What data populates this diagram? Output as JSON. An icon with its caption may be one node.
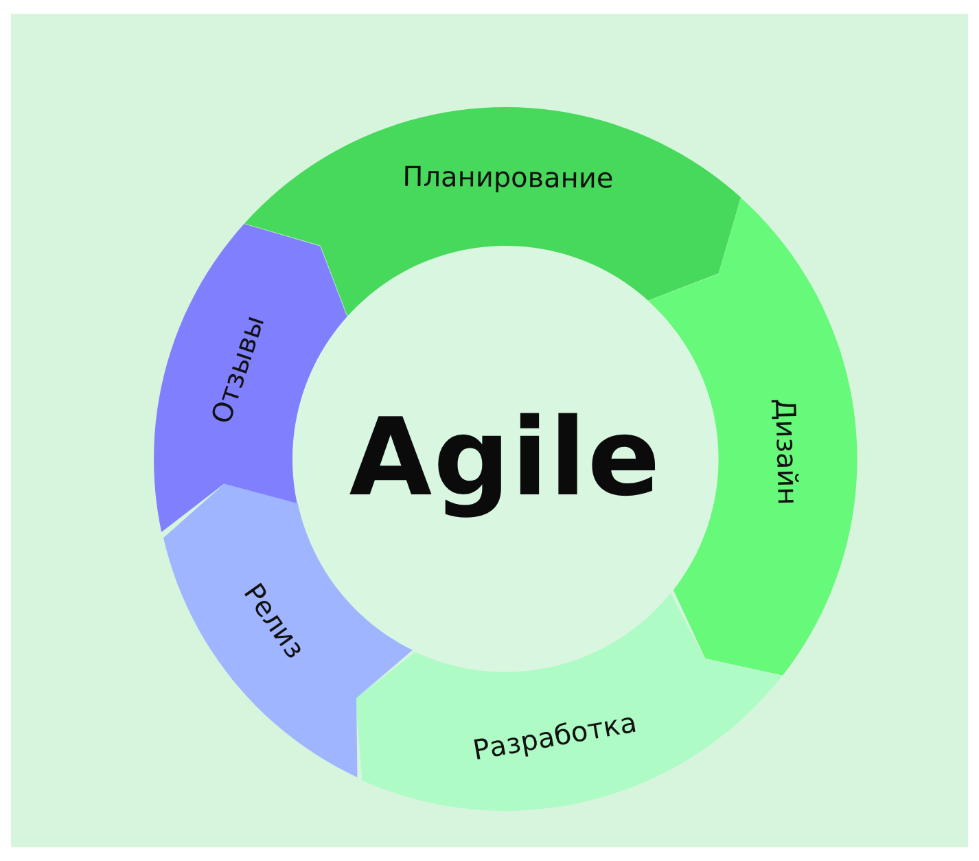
{
  "diagram": {
    "nodes": [
      {
        "text": [
          "Agile"
        ]
      },
      {
        "text": [
          "Планирование"
        ]
      },
      {
        "text": [
          "Дизайн"
        ]
      },
      {
        "text": [
          "Разработка"
        ]
      },
      {
        "text": [
          "Релиз"
        ]
      },
      {
        "text": [
          "Отзывы"
        ]
      }
    ]
  }
}
